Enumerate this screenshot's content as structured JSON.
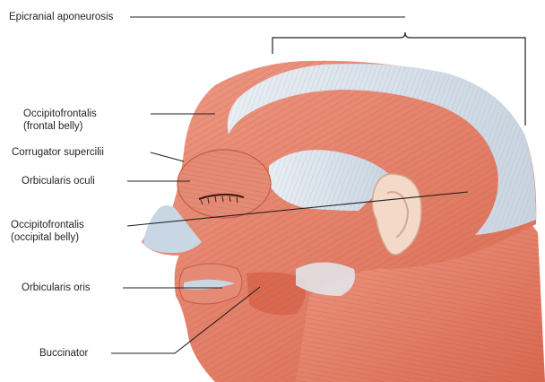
{
  "labels": {
    "epicranial_aponeurosis": "Epicranial aponeurosis",
    "occipitofrontalis_frontal_line1": "Occipitofrontalis",
    "occipitofrontalis_frontal_line2": "(frontal belly)",
    "corrugator_supercilii": "Corrugator supercilii",
    "orbicularis_oculi": "Orbicularis oculi",
    "occipitofrontalis_occipital_line1": "Occipitofrontalis",
    "occipitofrontalis_occipital_line2": "(occipital belly)",
    "orbicularis_oris": "Orbicularis oris",
    "buccinator": "Buccinator"
  },
  "colors": {
    "muscle": "#e07a63",
    "muscle_dark": "#c65a45",
    "muscle_light": "#f0a08c",
    "fascia": "#dfe6ef",
    "fascia_shadow": "#b9c6d4",
    "leader_line": "#231f20"
  }
}
